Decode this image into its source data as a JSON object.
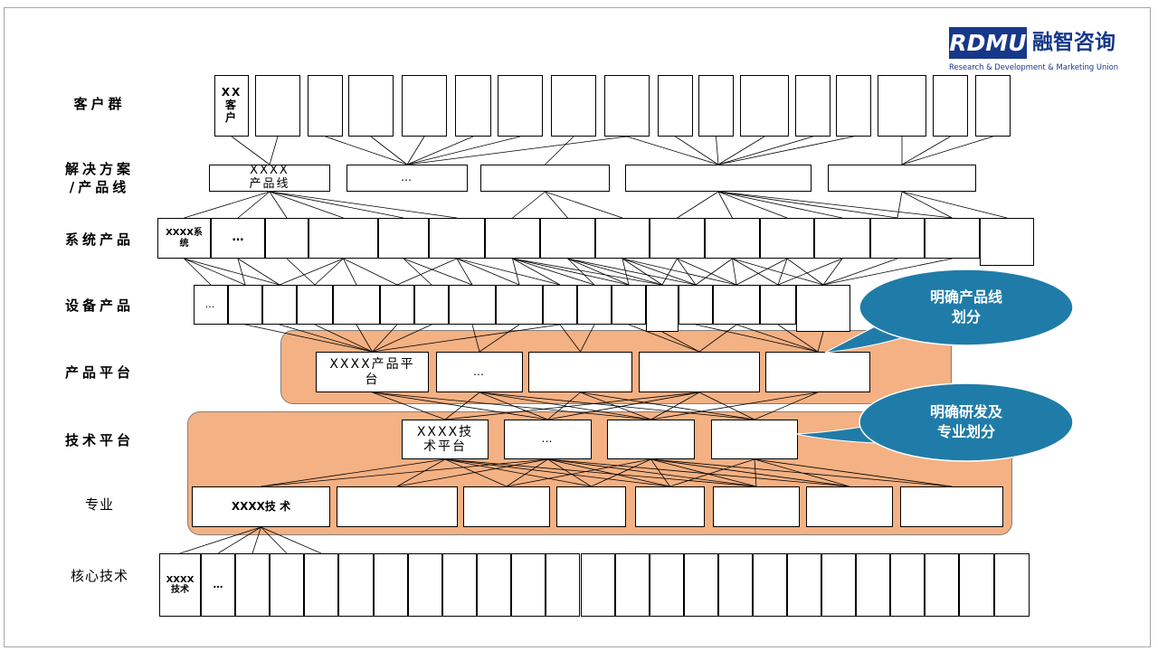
{
  "logo": {
    "brand": "RDMU",
    "name_cn": "融智咨询",
    "tagline": "Research & Development & Marketing Union",
    "color": "#17388a"
  },
  "row_labels": [
    {
      "id": "customer",
      "line1": "客户群",
      "line2": ""
    },
    {
      "id": "solution",
      "line1": "解决方案",
      "line2": "/产品线"
    },
    {
      "id": "system",
      "line1": "系统产品",
      "line2": ""
    },
    {
      "id": "device",
      "line1": "设备产品",
      "line2": ""
    },
    {
      "id": "platform",
      "line1": "产品平台",
      "line2": ""
    },
    {
      "id": "tech-platform",
      "line1": "技术平台",
      "line2": ""
    },
    {
      "id": "discipline",
      "line1": "专业",
      "line2": ""
    },
    {
      "id": "core-tech",
      "line1": "核心技术",
      "line2": ""
    }
  ],
  "labels": {
    "customer_first": "XX\n客\n户",
    "solution_first": "XXXX\n产品线",
    "solution_second": "…",
    "system_first": "XXXX系\n统",
    "system_second": "…",
    "device_first": "…",
    "platform_first": "XXXX产品平\n台",
    "platform_second": "…",
    "tech_platform_first": "XXXX技\n术平台",
    "tech_platform_second": "…",
    "discipline_first": "XXXX技 术",
    "core_first": "XXXX\n技术",
    "core_second": "…"
  },
  "callouts": [
    {
      "id": "product-line",
      "text": "明确产品线\n划分"
    },
    {
      "id": "rd-discipline",
      "text": "明确研发及\n专业划分"
    }
  ],
  "colors": {
    "band": "#f4b183",
    "callout": "#1f7ca8",
    "border": "#000000"
  }
}
